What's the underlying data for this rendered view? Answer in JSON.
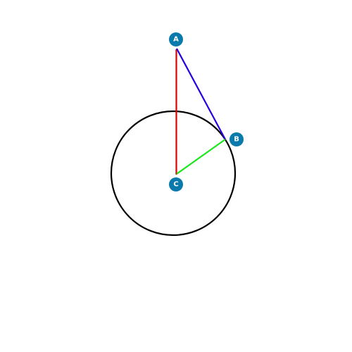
{
  "diagram": {
    "points": {
      "A": {
        "label": "A"
      },
      "B": {
        "label": "B"
      },
      "C": {
        "label": "C"
      }
    },
    "colors": {
      "circle": "#000000",
      "segment_AC": "#e00000",
      "segment_AB": "#2a00e0",
      "segment_CB": "#1ee61e",
      "marker": "#0a7aad",
      "marker_text": "#ffffff",
      "background": "#ffffff"
    }
  }
}
